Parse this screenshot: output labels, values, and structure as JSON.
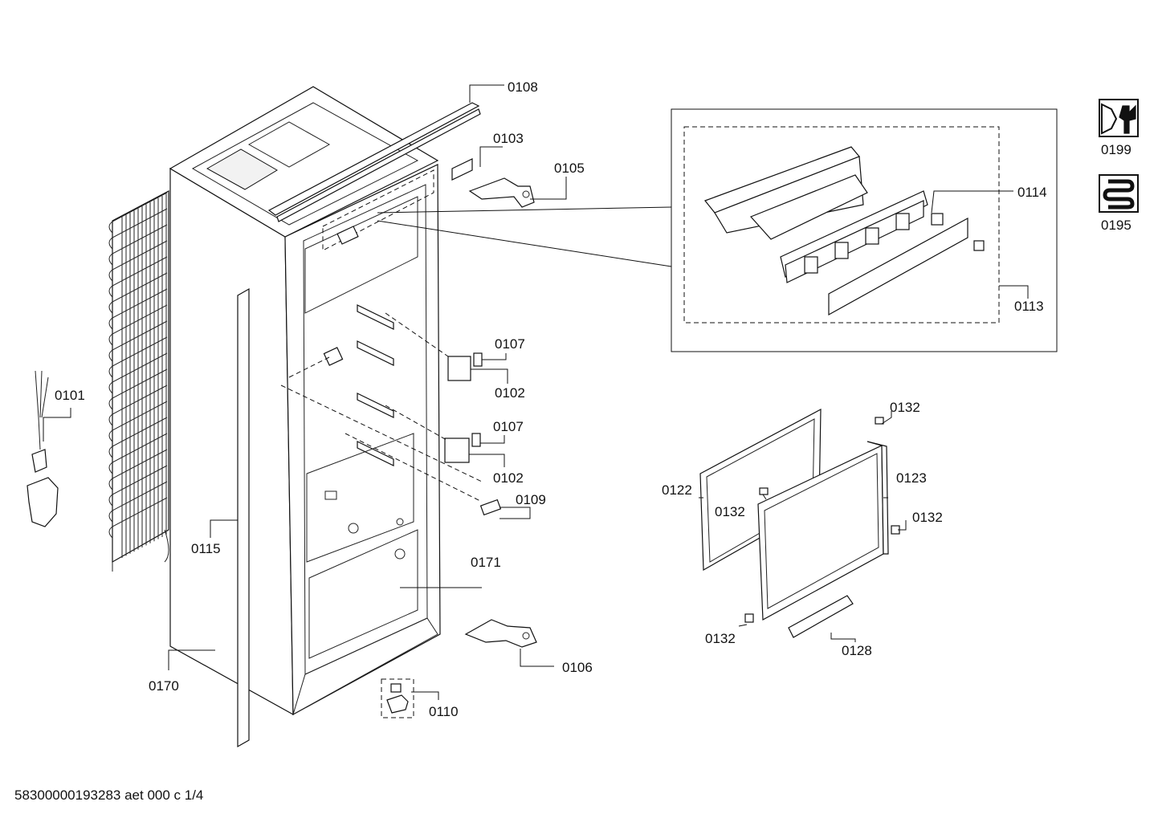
{
  "footer": "58300000193283 aet 000 c 1/4",
  "parts": {
    "p0108": "0108",
    "p0103": "0103",
    "p0105": "0105",
    "p0114": "0114",
    "p0113": "0113",
    "p0107a": "0107",
    "p0102a": "0102",
    "p0107b": "0107",
    "p0102b": "0102",
    "p0109": "0109",
    "p0101": "0101",
    "p0115": "0115",
    "p0171": "0171",
    "p0170": "0170",
    "p0106": "0106",
    "p0110": "0110",
    "p0132a": "0132",
    "p0122": "0122",
    "p0132b": "0132",
    "p0123": "0123",
    "p0132c": "0132",
    "p0132d": "0132",
    "p0128": "0128",
    "p0199": "0199",
    "p0195": "0195"
  },
  "icons": {
    "service": "wrench-nut-icon",
    "refrigerant": "condenser-coil-icon"
  }
}
